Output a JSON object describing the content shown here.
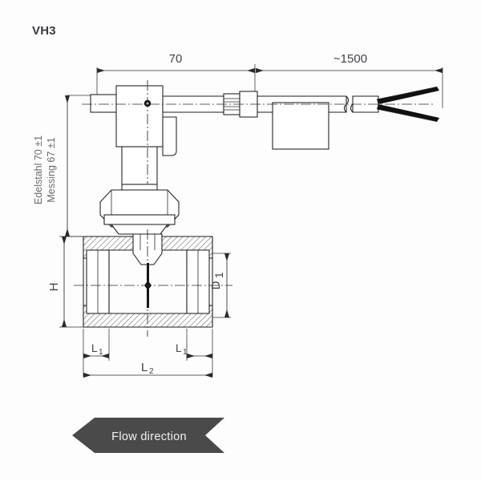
{
  "drawing": {
    "title": "VH3",
    "background_color": "#fdfdfd",
    "line_color": "#1d1d1d",
    "text_color": "#43434a"
  },
  "dimensions": {
    "top_left": "70",
    "top_right": "~1500",
    "vertical_left_1": "Edelstahl 70 ±1",
    "vertical_left_2": "Messing 67 ±1",
    "height": "H",
    "bore": "D",
    "bore_sub": "1",
    "port_left": "L",
    "port_left_sub": "1",
    "port_right": "L",
    "port_right_sub": "1",
    "overall": "L",
    "overall_sub": "2"
  },
  "flow": {
    "label": "Flow direction",
    "banner_color": "#4a4a4a",
    "text_color": "#f2f2f2",
    "direction": "left"
  }
}
